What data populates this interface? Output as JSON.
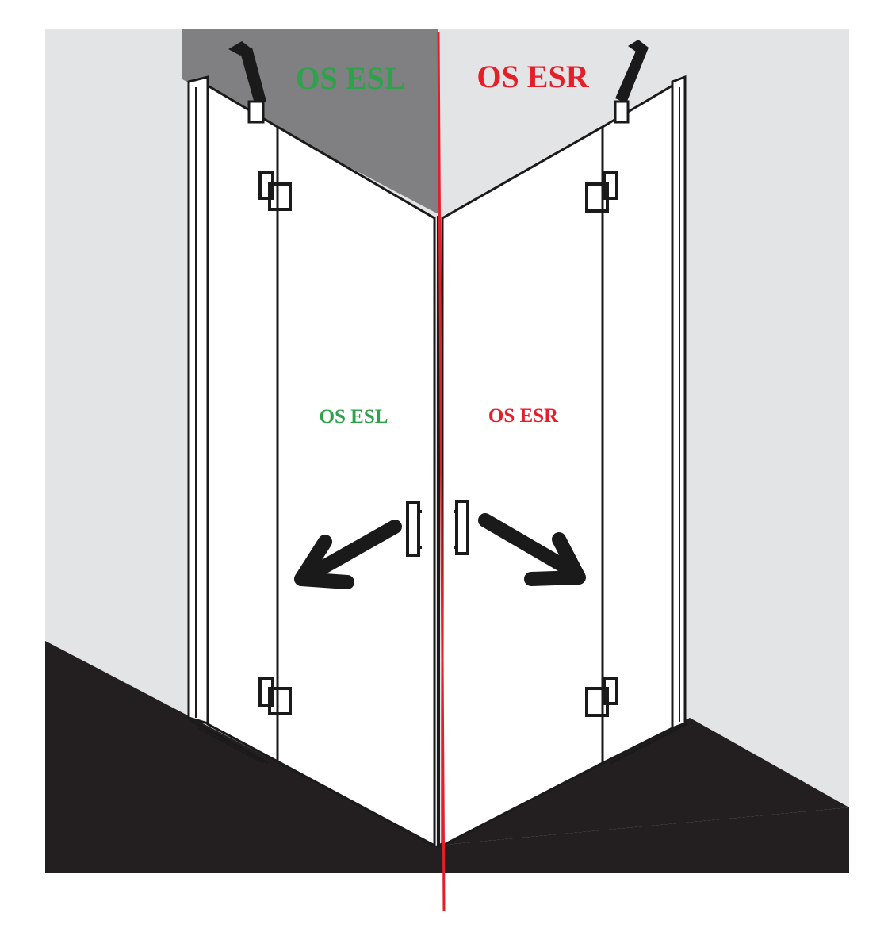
{
  "labels": {
    "top_left": "OS ESL",
    "top_right": "OS ESR",
    "mid_left": "OS ESL",
    "mid_right": "OS ESR"
  },
  "colors": {
    "left_label": "#2ea24a",
    "right_label": "#e3202a",
    "divider_line": "#e3202a",
    "wall_light": "#e3e4e6",
    "wall_dark": "#808082",
    "floor": "#231f20",
    "glass": "#ffffff",
    "hardware": "#1a1a1a"
  },
  "icons": {
    "left_arrow": "arrow-down-left-icon",
    "right_arrow": "arrow-down-right-icon"
  }
}
